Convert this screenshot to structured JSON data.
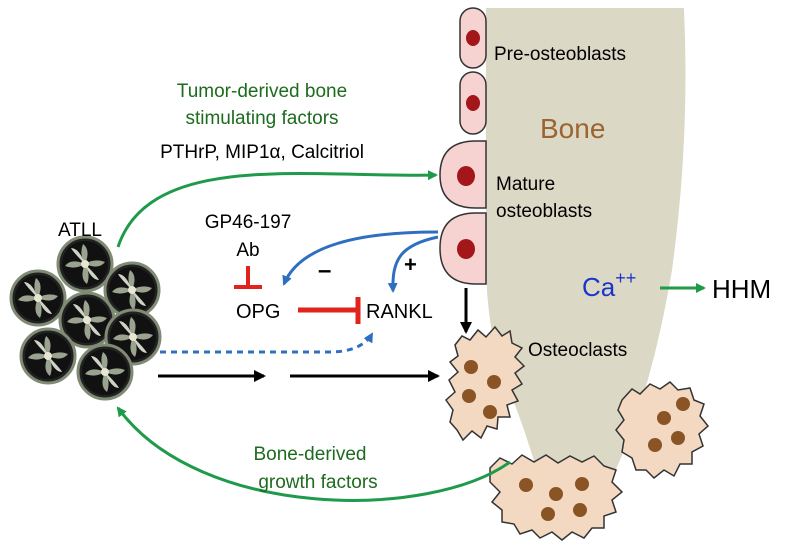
{
  "labels": {
    "pre_osteoblasts": "Pre-osteoblasts",
    "bone": "Bone",
    "tumor_factors_line1": "Tumor-derived bone",
    "tumor_factors_line2": "stimulating factors",
    "tumor_factors_list": "PTHrP, MIP1α, Calcitriol",
    "mature_line1": "Mature",
    "mature_line2": "osteoblasts",
    "gp46": "GP46-197",
    "ab": "Ab",
    "atll": "ATLL",
    "minus": "–",
    "plus": "+",
    "opg": "OPG",
    "rankl": "RANKL",
    "ca": "Ca",
    "ca_charge": "++",
    "hhm": "HHM",
    "osteoclasts": "Osteoclasts",
    "growth_line1": "Bone-derived",
    "growth_line2": "growth factors"
  },
  "colors": {
    "green": "#1f9a4a",
    "dark_green": "#1d6b1d",
    "blue": "#2f6fc0",
    "red": "#e0231d",
    "bone_fill": "#dcd8c6",
    "cell_pink": "#f6d3d1",
    "nucleus": "#a31619",
    "osteoclast_fill": "#f3d9c2",
    "osteoclast_nucleus": "#8a5425",
    "bone_label": "#9b6430",
    "ca_blue": "#1936c9"
  }
}
